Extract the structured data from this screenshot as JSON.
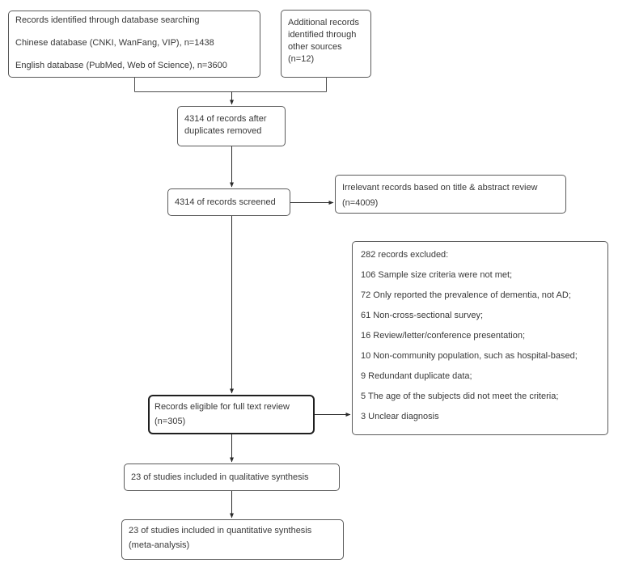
{
  "diagram": {
    "name": "PRISMA study selection flow diagram",
    "colors": {
      "background": "#ffffff",
      "box_border": "#5a5a5a",
      "emphasis_box_border": "#1f1f1f",
      "text": "#383838",
      "connector_line": "#2b2b2b"
    }
  },
  "boxes": {
    "identification": {
      "lines": [
        "Records identified through database searching",
        "Chinese database (CNKI, WanFang, VIP), n=1438",
        "English database (PubMed, Web of Science), n=3600"
      ]
    },
    "additional": {
      "lines": [
        "Additional records",
        "identified through",
        "other sources",
        "(n=12)"
      ]
    },
    "duplicates": {
      "lines": [
        "4314 of records after",
        "duplicates removed"
      ]
    },
    "screened": {
      "text": "4314 of records screened"
    },
    "irrelevant": {
      "lines": [
        "Irrelevant records based on title & abstract review",
        "(n=4009)"
      ]
    },
    "excluded": {
      "lines": [
        "282 records excluded:",
        "106 Sample size criteria were not met;",
        "72 Only reported the prevalence of dementia, not AD;",
        "61 Non-cross-sectional survey;",
        "16 Review/letter/conference presentation;",
        "10 Non-community population, such as hospital-based;",
        "9 Redundant duplicate data;",
        "5 The age of the subjects did not meet the criteria;",
        "3 Unclear diagnosis"
      ]
    },
    "eligible": {
      "lines": [
        "Records eligible for full text review",
        "(n=305)"
      ]
    },
    "qualitative": {
      "text": "23 of studies included in qualitative synthesis"
    },
    "quantitative": {
      "lines": [
        "23 of studies included in quantitative synthesis",
        "(meta-analysis)"
      ]
    }
  }
}
